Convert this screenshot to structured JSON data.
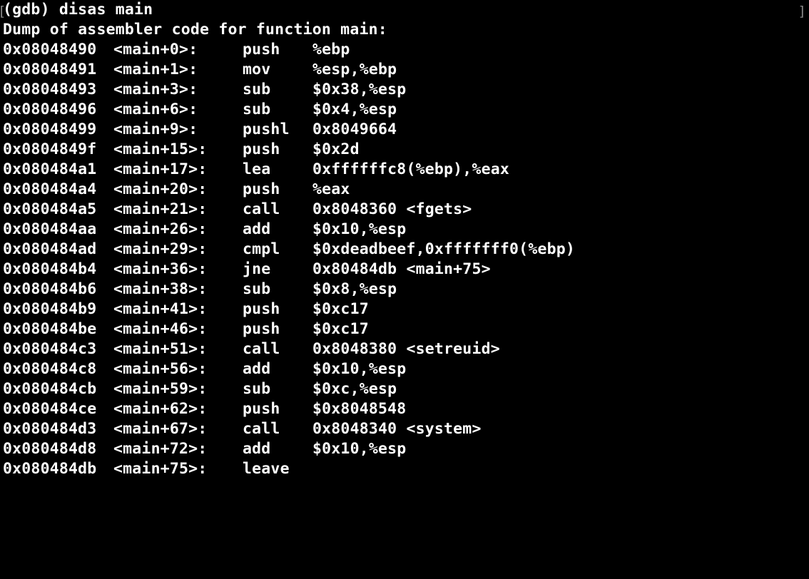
{
  "terminal": {
    "prompt_line": "(gdb) disas main",
    "header_line": "Dump of assembler code for function main:",
    "colors": {
      "background": "#000000",
      "text": "#ffffff"
    },
    "instructions": [
      {
        "address": "0x08048490",
        "offset": "<main+0>:",
        "mnemonic": "push",
        "operands": "%ebp"
      },
      {
        "address": "0x08048491",
        "offset": "<main+1>:",
        "mnemonic": "mov",
        "operands": "%esp,%ebp"
      },
      {
        "address": "0x08048493",
        "offset": "<main+3>:",
        "mnemonic": "sub",
        "operands": "$0x38,%esp"
      },
      {
        "address": "0x08048496",
        "offset": "<main+6>:",
        "mnemonic": "sub",
        "operands": "$0x4,%esp"
      },
      {
        "address": "0x08048499",
        "offset": "<main+9>:",
        "mnemonic": "pushl",
        "operands": "0x8049664"
      },
      {
        "address": "0x0804849f",
        "offset": "<main+15>:",
        "mnemonic": "push",
        "operands": "$0x2d"
      },
      {
        "address": "0x080484a1",
        "offset": "<main+17>:",
        "mnemonic": "lea",
        "operands": "0xffffffc8(%ebp),%eax"
      },
      {
        "address": "0x080484a4",
        "offset": "<main+20>:",
        "mnemonic": "push",
        "operands": "%eax"
      },
      {
        "address": "0x080484a5",
        "offset": "<main+21>:",
        "mnemonic": "call",
        "operands": "0x8048360 <fgets>"
      },
      {
        "address": "0x080484aa",
        "offset": "<main+26>:",
        "mnemonic": "add",
        "operands": "$0x10,%esp"
      },
      {
        "address": "0x080484ad",
        "offset": "<main+29>:",
        "mnemonic": "cmpl",
        "operands": "$0xdeadbeef,0xfffffff0(%ebp)"
      },
      {
        "address": "0x080484b4",
        "offset": "<main+36>:",
        "mnemonic": "jne",
        "operands": "0x80484db <main+75>"
      },
      {
        "address": "0x080484b6",
        "offset": "<main+38>:",
        "mnemonic": "sub",
        "operands": "$0x8,%esp"
      },
      {
        "address": "0x080484b9",
        "offset": "<main+41>:",
        "mnemonic": "push",
        "operands": "$0xc17"
      },
      {
        "address": "0x080484be",
        "offset": "<main+46>:",
        "mnemonic": "push",
        "operands": "$0xc17"
      },
      {
        "address": "0x080484c3",
        "offset": "<main+51>:",
        "mnemonic": "call",
        "operands": "0x8048380 <setreuid>"
      },
      {
        "address": "0x080484c8",
        "offset": "<main+56>:",
        "mnemonic": "add",
        "operands": "$0x10,%esp"
      },
      {
        "address": "0x080484cb",
        "offset": "<main+59>:",
        "mnemonic": "sub",
        "operands": "$0xc,%esp"
      },
      {
        "address": "0x080484ce",
        "offset": "<main+62>:",
        "mnemonic": "push",
        "operands": "$0x8048548"
      },
      {
        "address": "0x080484d3",
        "offset": "<main+67>:",
        "mnemonic": "call",
        "operands": "0x8048340 <system>"
      },
      {
        "address": "0x080484d8",
        "offset": "<main+72>:",
        "mnemonic": "add",
        "operands": "$0x10,%esp"
      },
      {
        "address": "0x080484db",
        "offset": "<main+75>:",
        "mnemonic": "leave",
        "operands": ""
      }
    ]
  }
}
